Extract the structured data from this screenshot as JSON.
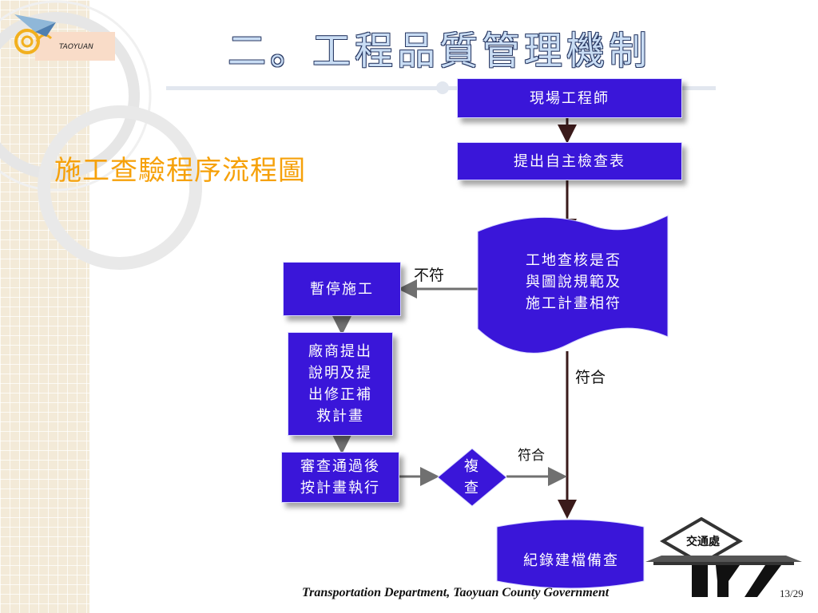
{
  "slide": {
    "title": "二。工程品質管理機制",
    "subtitle": "施工查驗程序流程圖",
    "logo_text": "TAOYUAN",
    "emblem_text": "交通處",
    "footer": "Transportation Department, Taoyuan County Government",
    "page": "13/29"
  },
  "flow": {
    "step1": "現場工程師",
    "step2": "提出自主檢查表",
    "check": [
      "工地查核是否",
      "與圖說規範及",
      "施工計畫相符"
    ],
    "pause": "暫停施工",
    "remedy": [
      "廠商提出",
      "說明及提",
      "出修正補",
      "救計畫"
    ],
    "approve": [
      "審查通過後",
      "按計畫執行"
    ],
    "recheck": [
      "複",
      "查"
    ],
    "archive": "紀錄建檔備查",
    "label_fail": "不符",
    "label_pass1": "符合",
    "label_pass2": "符合"
  },
  "colors": {
    "box_fill": "#3a16d9",
    "subtitle": "#f6a10a",
    "arrow_dark": "#3a1a1a",
    "arrow_gray": "#707070"
  }
}
